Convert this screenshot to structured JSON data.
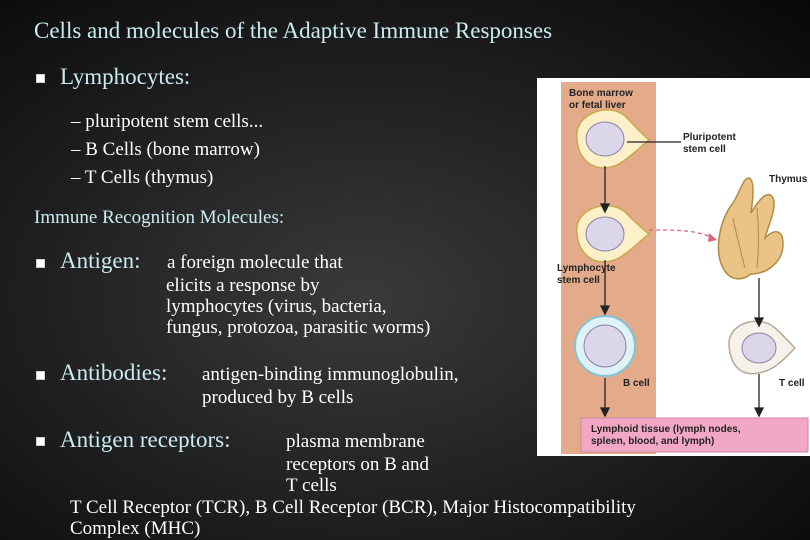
{
  "slide": {
    "title": "Cells and molecules of the Adaptive Immune Responses",
    "lymphocytes": {
      "heading": "Lymphocytes:",
      "items": [
        "– pluripotent stem cells...",
        "– B Cells (bone marrow)",
        "– T Cells (thymus)"
      ]
    },
    "recognition_heading": "Immune Recognition Molecules:",
    "antigen": {
      "term": "Antigen:",
      "line1": "a foreign molecule that",
      "line2": "elicits a response by",
      "line3": "lymphocytes (virus, bacteria,",
      "line4": "fungus, protozoa, parasitic worms)"
    },
    "antibodies": {
      "term": "Antibodies:",
      "line1": "antigen-binding immunoglobulin,",
      "line2": "produced by B cells"
    },
    "receptors": {
      "term": "Antigen receptors:",
      "line1": "plasma membrane",
      "line2": "receptors on B and",
      "line3": "T cells"
    },
    "footer": {
      "line1": "T Cell Receptor (TCR), B Cell Receptor (BCR), Major Histocompatibility",
      "line2": "Complex (MHC)"
    }
  },
  "figure": {
    "bone_marrow_1": "Bone marrow",
    "bone_marrow_2": "or fetal liver",
    "pluripotent_1": "Pluripotent",
    "pluripotent_2": "stem cell",
    "thymus": "Thymus",
    "lymphocyte_1": "Lymphocyte",
    "lymphocyte_2": "stem cell",
    "b_cell": "B cell",
    "t_cell": "T cell",
    "tissue_1": "Lymphoid tissue (lymph nodes,",
    "tissue_2": "spleen, blood, and lymph)"
  },
  "colors": {
    "background": "#1e1e1e",
    "heading_cyan": "#c8ecf2",
    "marrow_panel": "#e3ab8a",
    "tissue_panel": "#f2a8c4"
  }
}
